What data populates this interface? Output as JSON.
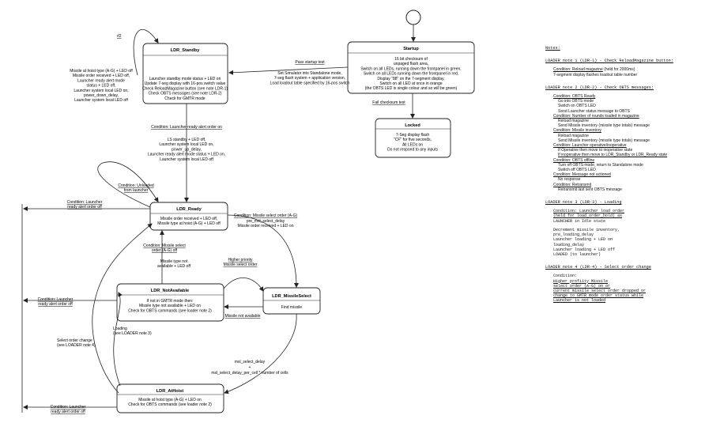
{
  "diagram": {
    "page_marker": "#2",
    "states": {
      "startup": {
        "title": "Startup",
        "lines": [
          "16 bit checksum of",
          "unpaged flash area,",
          "Switch on all LEDs, running down the frontpanel in green,",
          "Switch on all LEDs running down the frontpanel in red,",
          "Display \"88\" on the 7-segment display,",
          "Switch on all LED at once in orange",
          "(the OBTS LED is single colour and so will be green)"
        ]
      },
      "locked": {
        "title": "Locked",
        "lines": [
          "7-Seg display flash",
          "\"CF\" for five seconds,",
          "All LEDs on",
          "Do not respond to any inputs"
        ]
      },
      "standby": {
        "title": "LDR_Standby",
        "lines": [
          "Launcher standby mode status + LED on",
          "Update 7-seg display with 16-pos switch value",
          "Check ReloadMagazine button (see note LDR-1)",
          "Check OBTS messages (see note LDR-2)",
          "Check for GMTR mode"
        ]
      },
      "ready": {
        "title": "LDR_Ready",
        "lines": [
          "Missile order received + LED off,",
          "Missile type at hoist (A-G) + LED off"
        ]
      },
      "notavailable": {
        "title": "LDR_NotAvailable",
        "lines": [
          "If not in GMTR mode then:",
          "Missile type not available + LED on",
          "Check for OBTS commands (see loader note 2)"
        ]
      },
      "missileselect": {
        "title": "LDR_MissileSelect",
        "lines": [
          "Find missile"
        ]
      },
      "athoist": {
        "title": "LDR_AtHoist",
        "lines": [
          "Missile at hoist type (A-G) + LED on",
          "Check for OBTS commands (see loader note 2)"
        ]
      }
    },
    "transitions": {
      "pass_checksum": "Pass startup test",
      "startup_to_standby": [
        "Set Simulator into Standalone mode,",
        "7-seg flash system + application version,",
        "Load loadout table specified by 16-pos switch"
      ],
      "fail_checksum": "Fail checksum test",
      "standby_self": [
        "Missile at hoist type (A-G) + LED off",
        "Missile order received + LED off,",
        "Launcher ready alert mode",
        "status + LED off,",
        "Launcher system local LED on,",
        "power_down_delay,",
        "Launcher system local LED off"
      ],
      "ready_alert_on_cond": "Condition: Launcher ready alert order on",
      "ready_alert_on_actions": [
        "LS standby + LED off,",
        "Launcher system local LED on,",
        "power_up_delay,",
        "Launcher ready alert mode status + LED on,",
        "Launcher system local LED off"
      ],
      "unloaded": [
        "Condition: Unloaded",
        "from launcher"
      ],
      "ready_alert_off_1": [
        "Condition: Launcher",
        "ready alert order off"
      ],
      "select_order_cond": "Condition: Missile select order (A-G)",
      "select_order_actions": [
        "pre_msl_select_delay",
        "Missile order received + LED on"
      ],
      "select_order_off": [
        "Condition: Missile select",
        "order (A-G) off"
      ],
      "type_not_available": [
        "Missile type not",
        "available + LED off"
      ],
      "higher_priority": [
        "Higher priority",
        "Missile select order"
      ],
      "ready_alert_off_2": [
        "Condition: Launcher",
        "ready alert order off"
      ],
      "missile_not_available": "Missile not available",
      "select_order_change": [
        "Select order change",
        "(see LOADER note 4)"
      ],
      "loading": [
        "Loading",
        "(see LOADER note 3)"
      ],
      "msl_select_delay": [
        "msl_select_delay",
        "+",
        "msl_select_delay_per_cell * number of cells"
      ],
      "ready_alert_off_3": [
        "Condition: Launcher",
        "ready alert order off"
      ]
    }
  },
  "notes": {
    "heading": "Notes:",
    "note1": {
      "title": "LOADER note 1 (LDR-1) - Check ReloadMagazine button:",
      "lines": [
        {
          "u": "Condition: Reload magazine",
          "t": " (held for 2000ms)"
        },
        {
          "u": "",
          "t": "7-segment display flashes loadout table number"
        }
      ]
    },
    "note2": {
      "title": "LOADER note 2 (LDR-2) - Check OBTS messages:",
      "items": [
        {
          "cls": "ind u",
          "t": "Condition: OBTS Ready"
        },
        {
          "cls": "ind2",
          "t": "Go into OBTS mode"
        },
        {
          "cls": "ind2",
          "t": "Switch on OBTS LED"
        },
        {
          "cls": "ind2",
          "t": "Send Launcher status message to OBTS"
        },
        {
          "cls": "ind u",
          "t": "Condition: Number of rounds loaded in magazine"
        },
        {
          "cls": "ind2",
          "t": "Reload magazine"
        },
        {
          "cls": "ind2",
          "t": "Send Missile inventory (missile type totals) message"
        },
        {
          "cls": "ind u",
          "t": "Condition: Missile inventory"
        },
        {
          "cls": "ind2",
          "t": "Reload magazine"
        },
        {
          "cls": "ind2",
          "t": "Send Missile inventory (missile type totals) message"
        },
        {
          "cls": "ind u",
          "t": "Condition: Launcher operative/inoperative"
        },
        {
          "cls": "ind2",
          "t": "If Operative then move to inoperative state"
        },
        {
          "cls": "ind2 u",
          "t": "If inoperative then move to LDR_Standby  or LDR_Ready state"
        },
        {
          "cls": "ind u",
          "t": "Condition: OBTS offline"
        },
        {
          "cls": "ind2",
          "t": "Turn off OBTS mode, return to Standalone mode"
        },
        {
          "cls": "ind2",
          "t": "Switch off OBTS LED"
        },
        {
          "cls": "ind u",
          "t": "Condition: Message not actioned"
        },
        {
          "cls": "ind2",
          "t": "No response"
        },
        {
          "cls": "ind u",
          "t": "Condition: Retransmit"
        },
        {
          "cls": "ind2",
          "t": "Retransmit last sent OBTS message"
        }
      ]
    },
    "note3": {
      "title": "LOADER note 3 (LDR-3) - Loading",
      "items": [
        {
          "cls": "ind mono u",
          "t": "Condition: Launcher load order"
        },
        {
          "cls": "ind mono u",
          "t": "(held for load_order_hold) as"
        },
        {
          "cls": "ind mono",
          "t": "LAUNCHER in Idle state"
        },
        {
          "cls": "gap",
          "t": ""
        },
        {
          "cls": "ind mono",
          "t": "Decrement missile inventory,"
        },
        {
          "cls": "ind mono",
          "t": "pre_loading_delay"
        },
        {
          "cls": "ind mono",
          "t": "Launcher loading + LED on"
        },
        {
          "cls": "ind mono",
          "t": "loading_delay"
        },
        {
          "cls": "ind mono",
          "t": "Launcher loading + LED off"
        },
        {
          "cls": "ind mono",
          "t": "LOADED (to launcher)"
        }
      ]
    },
    "note4": {
      "title": "LOADER note 4 (LDR-4) - Select order change",
      "items": [
        {
          "cls": "ind mono",
          "t": "Condition:"
        },
        {
          "cls": "ind mono u",
          "t": "Higher profiity Missile"
        },
        {
          "cls": "ind mono u",
          "t": "select order (A-G) on or"
        },
        {
          "cls": "ind mono u",
          "t": "current missile select order dropped or"
        },
        {
          "cls": "ind mono u",
          "t": "change to GMTR mode order status while"
        },
        {
          "cls": "ind mono u",
          "t": "Launcher is not loaded"
        }
      ]
    }
  }
}
